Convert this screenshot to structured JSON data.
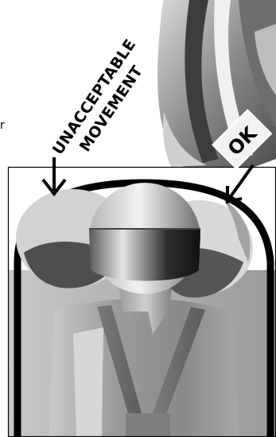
{
  "labels": {
    "unacceptable_line1": "UNACCEPTABLE",
    "unacceptable_line2": "MOVEMENT",
    "ok": "OK",
    "left_edge_fragment": "r"
  }
}
